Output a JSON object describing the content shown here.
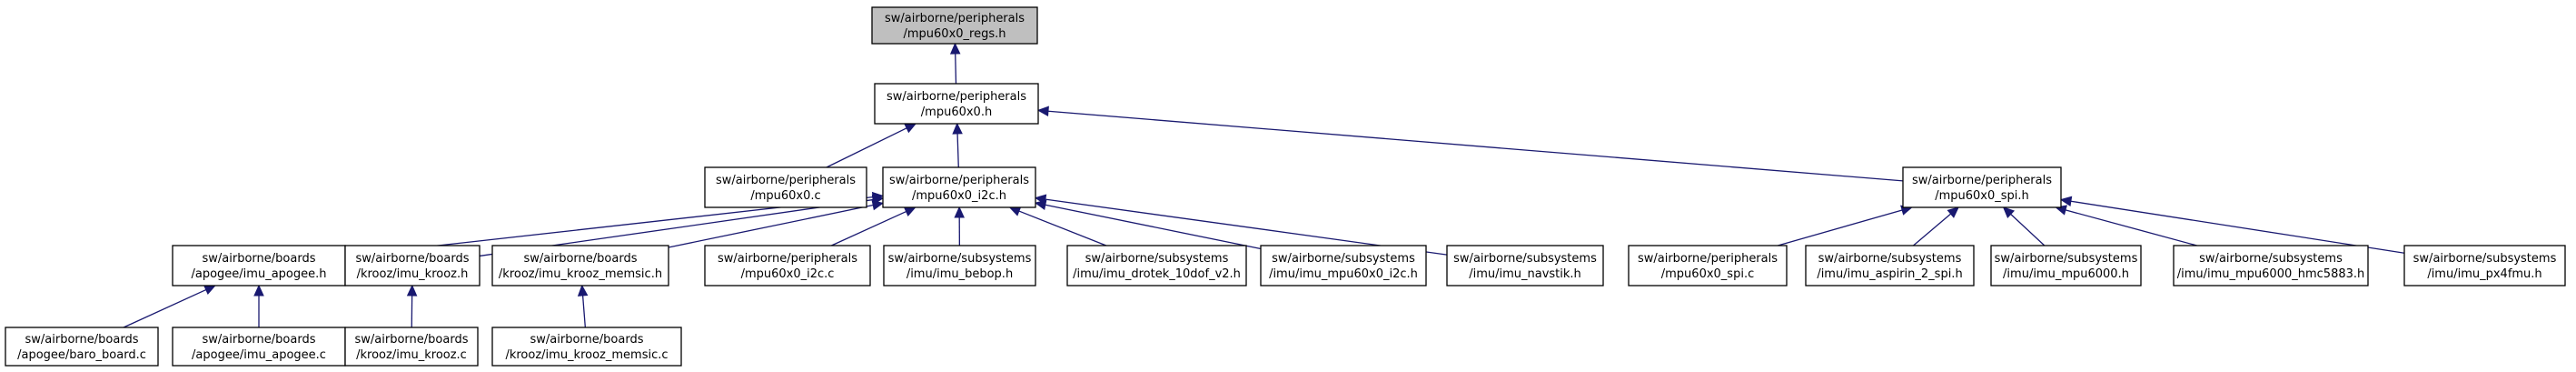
{
  "colors": {
    "edge": "#191970",
    "root_fill": "#bfbfbf",
    "node_fill": "#ffffff",
    "border": "#000000"
  },
  "nodes": [
    {
      "id": "regs",
      "line1": "sw/airborne/peripherals",
      "line2": "/mpu60x0_regs.h",
      "root": true
    },
    {
      "id": "mpu60x0_h",
      "line1": "sw/airborne/peripherals",
      "line2": "/mpu60x0.h"
    },
    {
      "id": "mpu60x0_c",
      "line1": "sw/airborne/peripherals",
      "line2": "/mpu60x0.c"
    },
    {
      "id": "i2c_h",
      "line1": "sw/airborne/peripherals",
      "line2": "/mpu60x0_i2c.h"
    },
    {
      "id": "spi_h",
      "line1": "sw/airborne/peripherals",
      "line2": "/mpu60x0_spi.h"
    },
    {
      "id": "imu_apogee_h",
      "line1": "sw/airborne/boards",
      "line2": "/apogee/imu_apogee.h"
    },
    {
      "id": "imu_krooz_h",
      "line1": "sw/airborne/boards",
      "line2": "/krooz/imu_krooz.h"
    },
    {
      "id": "imu_krooz_memsic_h",
      "line1": "sw/airborne/boards",
      "line2": "/krooz/imu_krooz_memsic.h"
    },
    {
      "id": "i2c_c",
      "line1": "sw/airborne/peripherals",
      "line2": "/mpu60x0_i2c.c"
    },
    {
      "id": "imu_bebop_h",
      "line1": "sw/airborne/subsystems",
      "line2": "/imu/imu_bebop.h"
    },
    {
      "id": "imu_drotek_h",
      "line1": "sw/airborne/subsystems",
      "line2": "/imu/imu_drotek_10dof_v2.h"
    },
    {
      "id": "imu_mpu60x0_i2c_h",
      "line1": "sw/airborne/subsystems",
      "line2": "/imu/imu_mpu60x0_i2c.h"
    },
    {
      "id": "imu_navstik_h",
      "line1": "sw/airborne/subsystems",
      "line2": "/imu/imu_navstik.h"
    },
    {
      "id": "spi_c",
      "line1": "sw/airborne/peripherals",
      "line2": "/mpu60x0_spi.c"
    },
    {
      "id": "imu_aspirin_h",
      "line1": "sw/airborne/subsystems",
      "line2": "/imu/imu_aspirin_2_spi.h"
    },
    {
      "id": "imu_mpu6000_h",
      "line1": "sw/airborne/subsystems",
      "line2": "/imu/imu_mpu6000.h"
    },
    {
      "id": "imu_mpu6000_hmc_h",
      "line1": "sw/airborne/subsystems",
      "line2": "/imu/imu_mpu6000_hmc5883.h"
    },
    {
      "id": "imu_px4fmu_h",
      "line1": "sw/airborne/subsystems",
      "line2": "/imu/imu_px4fmu.h"
    },
    {
      "id": "baro_board_c",
      "line1": "sw/airborne/boards",
      "line2": "/apogee/baro_board.c"
    },
    {
      "id": "imu_apogee_c",
      "line1": "sw/airborne/boards",
      "line2": "/apogee/imu_apogee.c"
    },
    {
      "id": "imu_krooz_c",
      "line1": "sw/airborne/boards",
      "line2": "/krooz/imu_krooz.c"
    },
    {
      "id": "imu_krooz_memsic_c",
      "line1": "sw/airborne/boards",
      "line2": "/krooz/imu_krooz_memsic.c"
    }
  ],
  "edges": [
    [
      "mpu60x0_h",
      "regs"
    ],
    [
      "mpu60x0_c",
      "mpu60x0_h"
    ],
    [
      "i2c_h",
      "mpu60x0_h"
    ],
    [
      "spi_h",
      "mpu60x0_h"
    ],
    [
      "imu_apogee_h",
      "i2c_h"
    ],
    [
      "imu_krooz_h",
      "i2c_h"
    ],
    [
      "imu_krooz_memsic_h",
      "i2c_h"
    ],
    [
      "i2c_c",
      "i2c_h"
    ],
    [
      "imu_bebop_h",
      "i2c_h"
    ],
    [
      "imu_drotek_h",
      "i2c_h"
    ],
    [
      "imu_mpu60x0_i2c_h",
      "i2c_h"
    ],
    [
      "imu_navstik_h",
      "i2c_h"
    ],
    [
      "spi_c",
      "spi_h"
    ],
    [
      "imu_aspirin_h",
      "spi_h"
    ],
    [
      "imu_mpu6000_h",
      "spi_h"
    ],
    [
      "imu_mpu6000_hmc_h",
      "spi_h"
    ],
    [
      "imu_px4fmu_h",
      "spi_h"
    ],
    [
      "baro_board_c",
      "imu_apogee_h"
    ],
    [
      "imu_apogee_c",
      "imu_apogee_h"
    ],
    [
      "imu_krooz_c",
      "imu_krooz_h"
    ],
    [
      "imu_krooz_memsic_c",
      "imu_krooz_memsic_h"
    ]
  ]
}
